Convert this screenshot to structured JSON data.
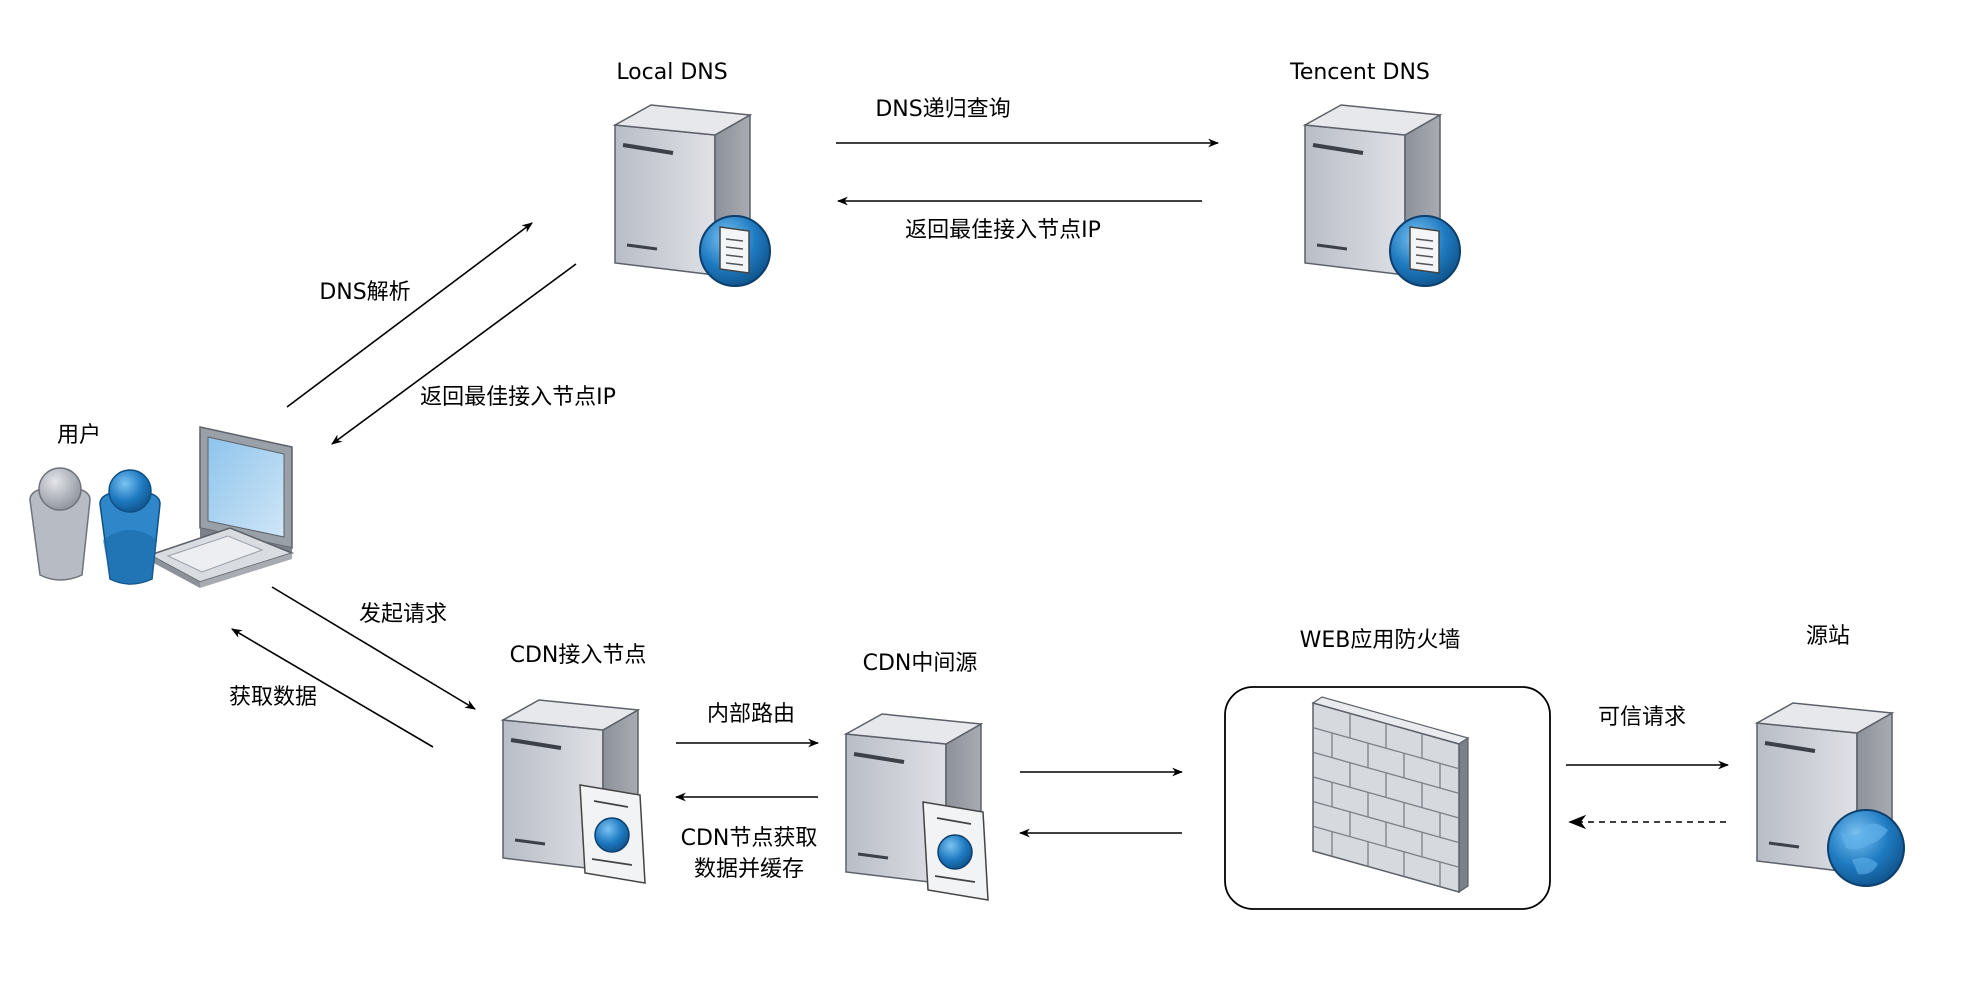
{
  "nodes": {
    "local_dns": "Local DNS",
    "tencent_dns": "Tencent DNS",
    "user": "用户",
    "cdn_edge": "CDN接入节点",
    "cdn_mid": "CDN中间源",
    "waf": "WEB应用防火墙",
    "origin": "源站"
  },
  "edges": {
    "dns_recursive": "DNS递归查询",
    "return_ip_top": "返回最佳接入节点IP",
    "dns_resolve": "DNS解析",
    "return_ip_left": "返回最佳接入节点IP",
    "send_request": "发起请求",
    "get_data": "获取数据",
    "internal_route": "内部路由",
    "cdn_fetch_1": "CDN节点获取",
    "cdn_fetch_2": "数据并缓存",
    "trusted_request": "可信请求"
  },
  "icons": {
    "local_dns": "dns-server-icon",
    "tencent_dns": "dns-server-icon",
    "user": "users-laptop-icon",
    "cdn_edge": "web-server-icon",
    "cdn_mid": "web-server-icon",
    "waf": "firewall-icon",
    "origin": "globe-server-icon"
  },
  "colors": {
    "server_body": "#c9ccd3",
    "accent_blue": "#1f7bc1",
    "line": "#000000"
  }
}
